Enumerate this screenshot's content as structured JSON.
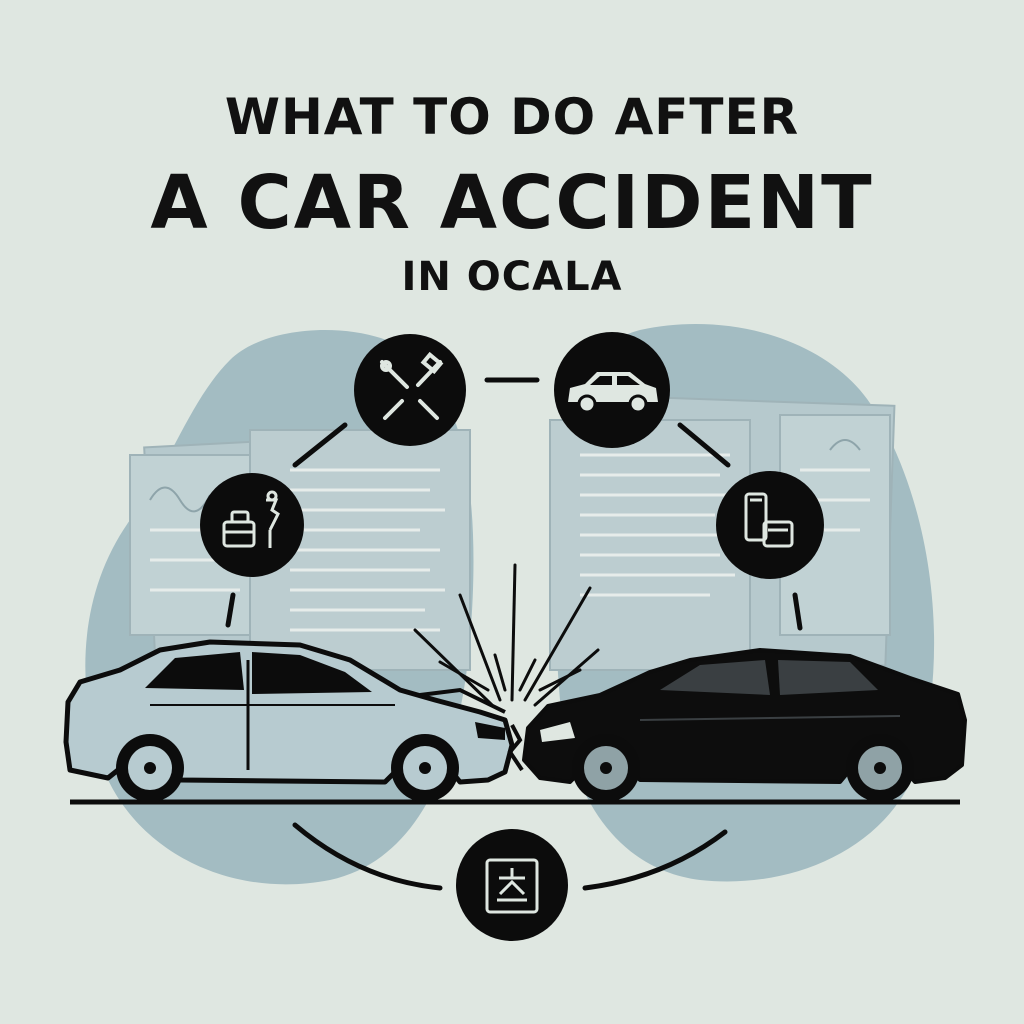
{
  "title": {
    "line1": "WHAT TO DO AFTER",
    "line2": "A CAR ACCIDENT",
    "line3": "IN OCALA"
  },
  "colors": {
    "background": "#dfe7e1",
    "blob": "#a3bcc2",
    "paper": "#b9cbce",
    "paper_line": "#e6ecea",
    "ink": "#0c0c0c",
    "light_car": "#b7cbd0",
    "dark_car": "#0d0d0d"
  },
  "icons": [
    "tools-icon",
    "car-icon",
    "camera-report-icon",
    "phone-card-icon",
    "document-icon"
  ]
}
